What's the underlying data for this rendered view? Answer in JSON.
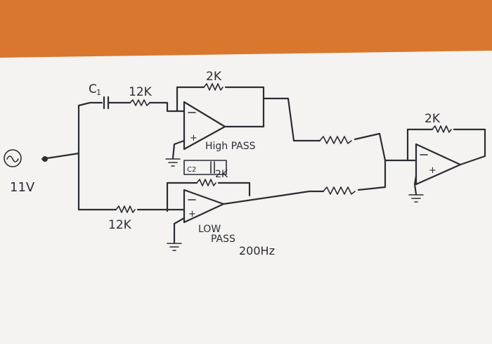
{
  "source": {
    "label": "11V",
    "symbol": "~"
  },
  "labels": {
    "capacitor_c1": "C",
    "capacitor_c1_sub": "1",
    "r_in_top": "12K",
    "r_fb_top": "2K",
    "hp_title": "High PASS",
    "capacitor_c2": "C2",
    "r_fb_mid": "2K",
    "r_in_bottom": "12K",
    "lp_title_1": "LOW",
    "lp_title_2": "PASS",
    "lp_freq": "200Hz",
    "r_fb_out": "2K",
    "opamp_plus": "+",
    "opamp_minus": "-"
  },
  "colors": {
    "paper": "#f4f3f1",
    "table": "#d9772e",
    "ink": "#2a2d33"
  }
}
